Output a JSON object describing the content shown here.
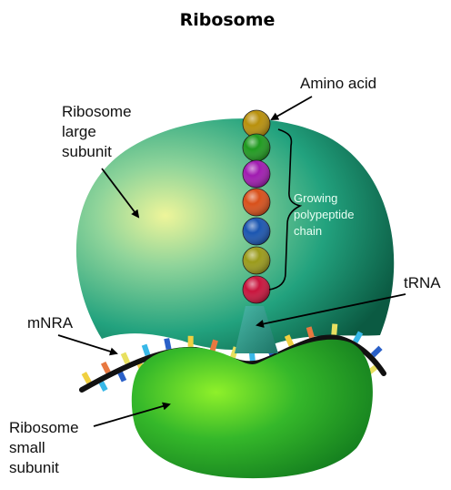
{
  "title": "Ribosome",
  "labels": {
    "large_subunit": [
      "Ribosome",
      "large",
      "subunit"
    ],
    "amino_acid": "Amino acid",
    "growing_chain": [
      "Growing",
      "polypeptide",
      "chain"
    ],
    "trna": "tRNA",
    "mrna": "mNRA",
    "small_subunit": [
      "Ribosome",
      "small",
      "subunit"
    ]
  },
  "colors": {
    "large_subunit": "#1e9a7a",
    "small_subunit": "#1fa62a",
    "trna": "#2f9e92",
    "mrna_strand": "#111111",
    "amino_acids": [
      "#b8900c",
      "#1f9a1f",
      "#a01bb0",
      "#d8501a",
      "#1a55b0",
      "#9a9a1a",
      "#c8143c"
    ],
    "codon_palette": [
      "#f0d040",
      "#38b8e8",
      "#e87840",
      "#2a60c8",
      "#e8e060"
    ]
  }
}
